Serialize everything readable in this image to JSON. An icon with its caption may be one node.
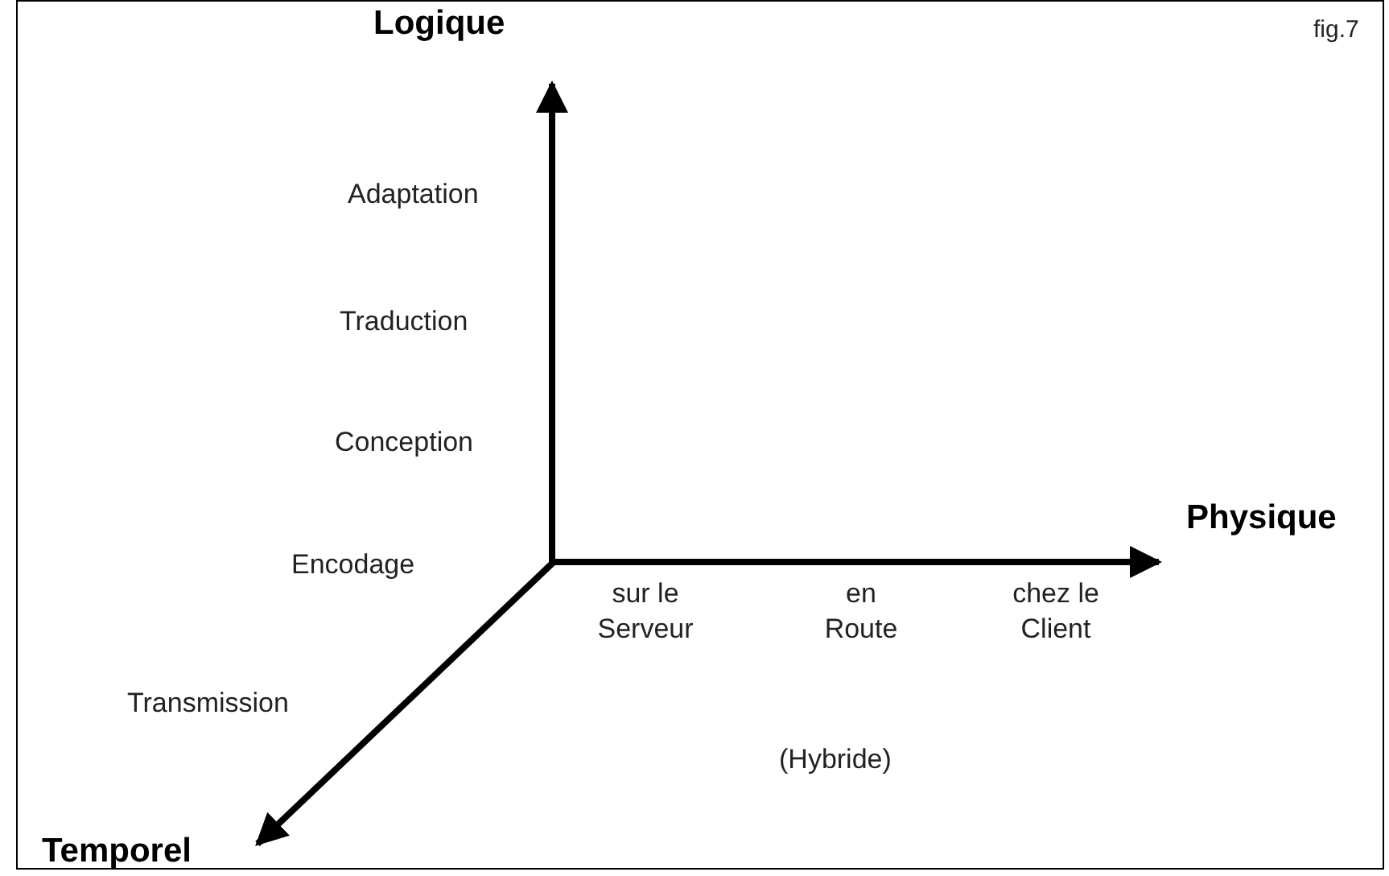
{
  "diagram": {
    "labels": [
      "Logique",
      "fig.7",
      "Adaptation",
      "Traduction",
      "Conception",
      "Physique",
      "Encodage",
      "sur le Serveur",
      "en Route",
      "chez le Client",
      "Transmission",
      "(Hybride)",
      "Temporel"
    ]
  }
}
